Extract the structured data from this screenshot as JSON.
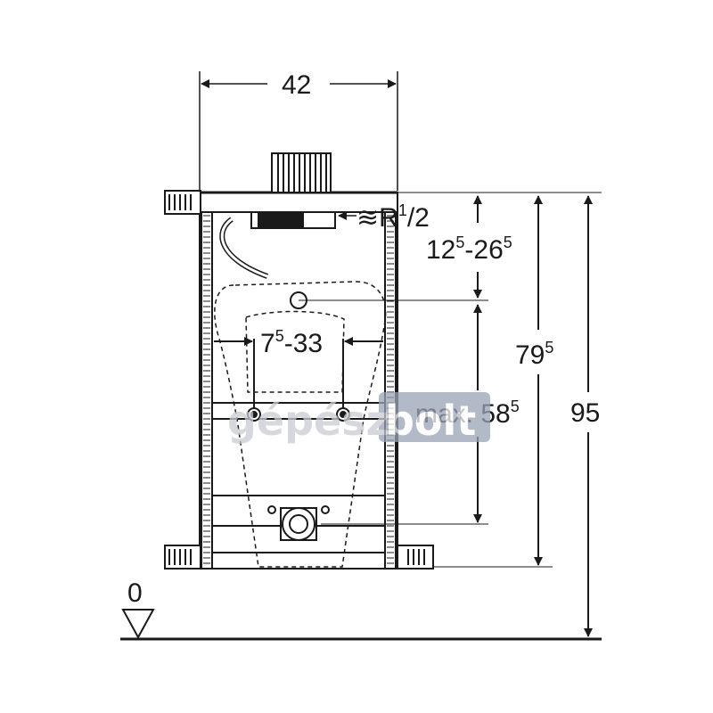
{
  "dimensions": {
    "width": {
      "main": "42",
      "sup": ""
    },
    "connection": {
      "prefix": "≋",
      "main": "R",
      "sup": "1",
      "rest": "/2"
    },
    "top_range": {
      "main_a": "12",
      "sup_a": "5",
      "mid": "-26",
      "sup_b": "5"
    },
    "spacing_range": {
      "main_a": "7",
      "sup_a": "5",
      "mid": "-33",
      "sup_b": ""
    },
    "frame_height": {
      "main": "79",
      "sup": "5"
    },
    "max_height": {
      "main": "max. 58",
      "sup": "5"
    },
    "total_height": {
      "main": "95",
      "sup": ""
    },
    "floor_level": "0"
  },
  "watermark": {
    "left": "gépész",
    "right": "bolt"
  },
  "colors": {
    "line": "#1a1a1a",
    "watermark_grey": "#c9ccd2",
    "watermark_box": "#9aa3b5"
  }
}
